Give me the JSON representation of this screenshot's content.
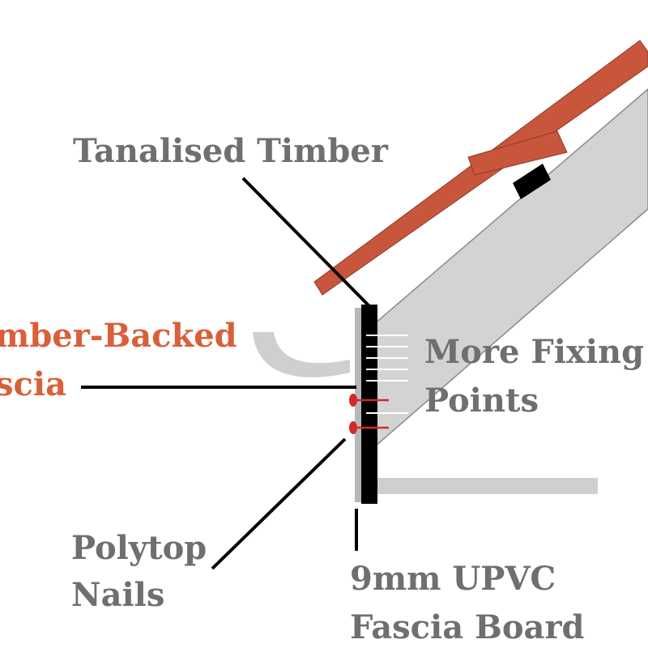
{
  "labels": {
    "tanalised_timber": "Tanalised Timber",
    "timber_backed_line1": "mber-Backed",
    "timber_backed_line2": "scia",
    "more_fixing_line1": "More Fixing",
    "more_fixing_line2": "Points",
    "polytop_line1": "Polytop",
    "polytop_line2": "Nails",
    "upvc_line1": "9mm UPVC",
    "upvc_line2": "Fascia Board"
  },
  "colors": {
    "label_text": "#6f6f6f",
    "accent_label": "#d95f3a",
    "timber": "#c8563d",
    "timber_edge": "#8e3a26",
    "rafter": "#d3d3d3",
    "fascia": "#000000",
    "nail_head": "#d22a2a",
    "fixing_point": "#ffffff",
    "gutter": "#cfcfcf"
  }
}
